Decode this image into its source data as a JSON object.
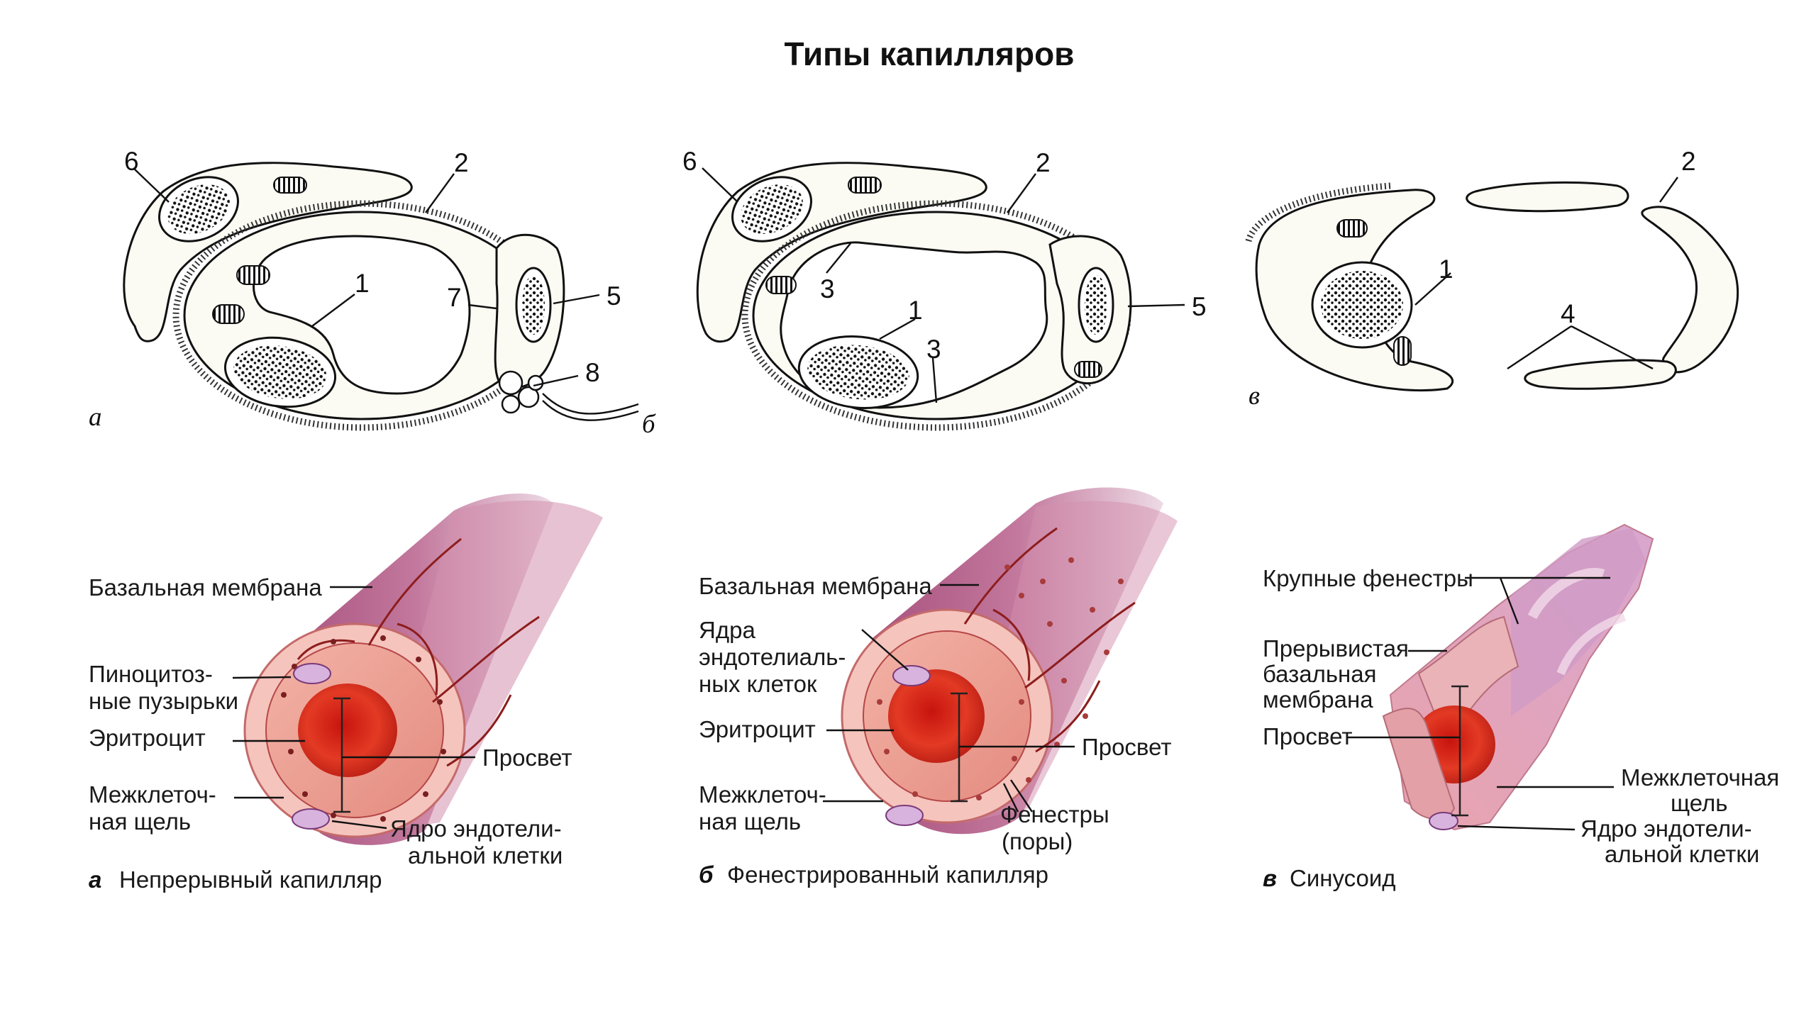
{
  "title": "Типы капилляров",
  "top": {
    "a": {
      "letter": "а",
      "labels": {
        "n1": "1",
        "n2": "2",
        "n5": "5",
        "n6": "6",
        "n7": "7",
        "n8": "8"
      }
    },
    "b": {
      "letter": "б",
      "labels": {
        "n1": "1",
        "n2": "2",
        "n3a": "3",
        "n3b": "3",
        "n5": "5",
        "n6": "6"
      }
    },
    "c": {
      "letter": "в",
      "labels": {
        "n1": "1",
        "n2": "2",
        "n4": "4"
      }
    }
  },
  "bottom": {
    "a": {
      "basal": "Базальная мембрана",
      "pino1": "Пиноцитоз-",
      "pino2": "ные пузырьки",
      "erythro": "Эритроцит",
      "gap1": "Межклеточ-",
      "gap2": "ная щель",
      "lumen": "Просвет",
      "nucleus1": "Ядро эндотели-",
      "nucleus2": "альной клетки",
      "caption_letter": "а",
      "caption": "Непрерывный капилляр"
    },
    "b": {
      "basal": "Базальная мембрана",
      "nuclei1": "Ядра",
      "nuclei2": "эндотелиаль-",
      "nuclei3": "ных клеток",
      "erythro": "Эритроцит",
      "gap1": "Межклеточ-",
      "gap2": "ная щель",
      "lumen": "Просвет",
      "fen1": "Фенестры",
      "fen2": "(поры)",
      "caption_letter": "б",
      "caption": "Фенестрированный капилляр"
    },
    "c": {
      "fen": "Крупные фенестры",
      "disc1": "Прерывистая",
      "disc2": "базальная",
      "disc3": "мембрана",
      "lumen": "Просвет",
      "gap1": "Межклеточная",
      "gap2": "щель",
      "nucleus1": "Ядро эндотели-",
      "nucleus2": "альной клетки",
      "caption_letter": "в",
      "caption": "Синусоид"
    }
  },
  "colors": {
    "tube_outer": "#b5698f",
    "tube_inner": "#e89a8d",
    "erythrocyte": "#d62a1c",
    "nucleus": "#c9a6cf"
  }
}
